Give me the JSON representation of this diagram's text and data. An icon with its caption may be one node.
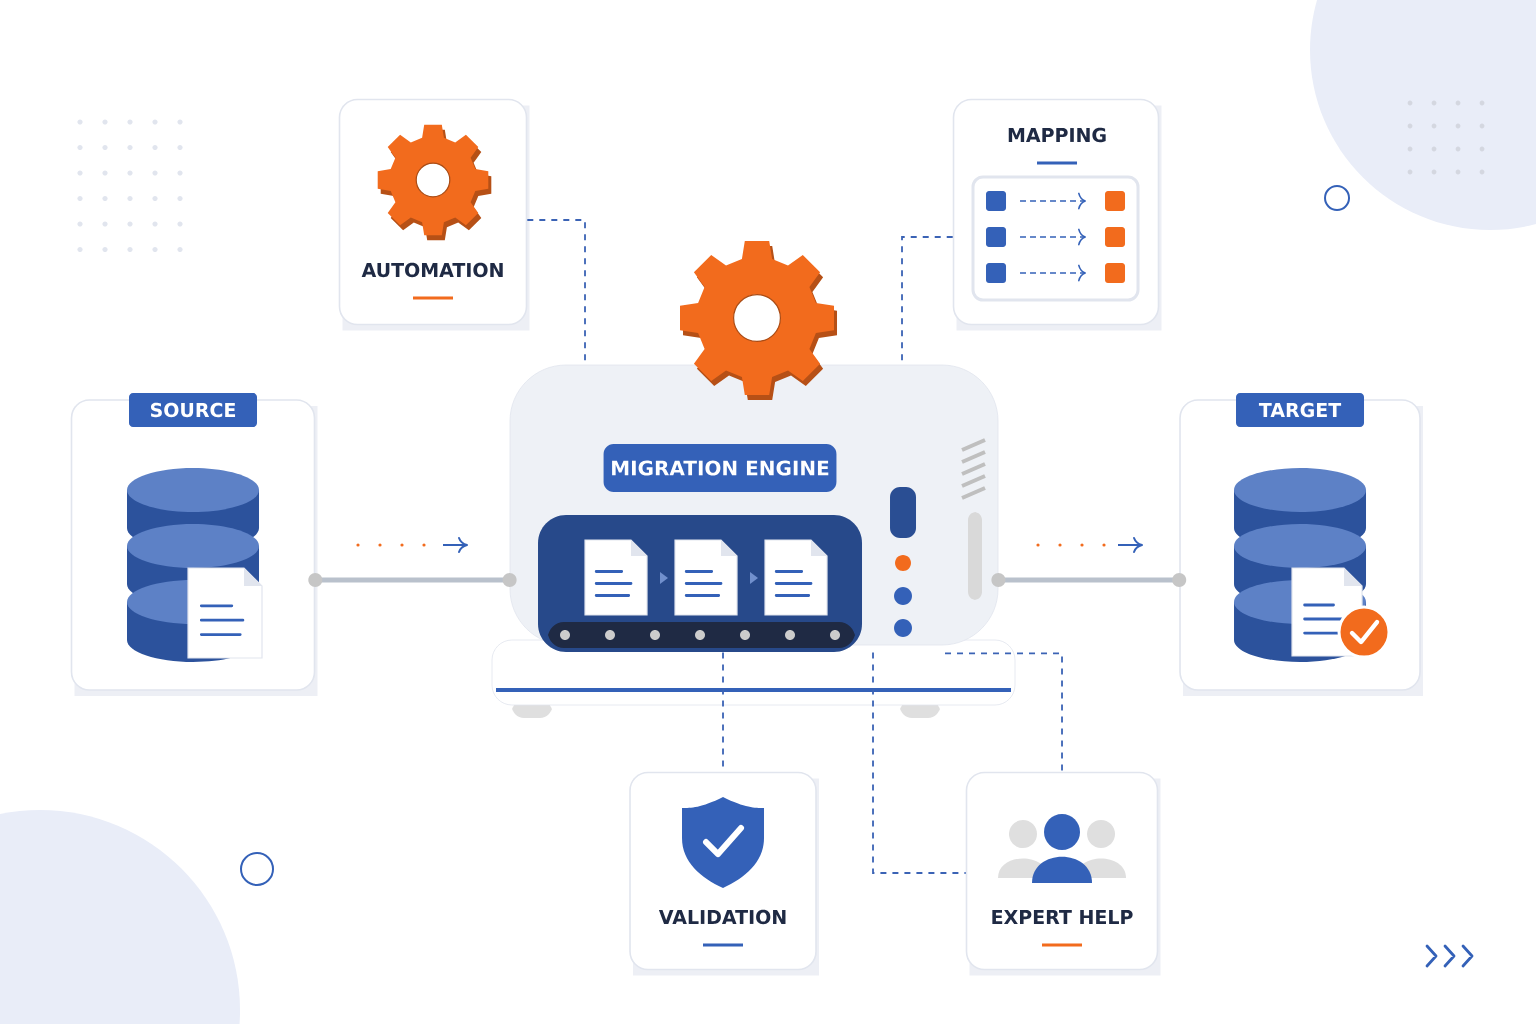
{
  "diagram": {
    "nodes": [
      {
        "text": [
          "SOURCE"
        ]
      },
      {
        "text": [
          "AUTOMATION"
        ]
      },
      {
        "text": [
          "MIGRATION ENGINE"
        ]
      },
      {
        "text": [
          "MAPPING"
        ]
      },
      {
        "text": [
          "TARGET"
        ]
      },
      {
        "text": [
          "VALIDATION"
        ]
      },
      {
        "text": [
          "EXPERT HELP"
        ]
      }
    ],
    "edges": [
      {
        "from": 0,
        "to": 2,
        "arrow": "none",
        "style": "thick",
        "color": "#b9c1cc"
      },
      {
        "from": 1,
        "to": 2,
        "arrow": "none",
        "style": "dashed"
      },
      {
        "from": 3,
        "to": 2,
        "arrow": "none",
        "style": "dashed"
      },
      {
        "from": 2,
        "to": 5,
        "arrow": "none",
        "style": "dashed"
      },
      {
        "from": 2,
        "to": 6,
        "arrow": "none",
        "style": "dashed"
      },
      {
        "from": 2,
        "to": 6,
        "arrow": "none",
        "style": "dashed"
      },
      {
        "from": 2,
        "to": 4,
        "arrow": "none",
        "style": "thick",
        "color": "#b9c1cc"
      }
    ]
  }
}
